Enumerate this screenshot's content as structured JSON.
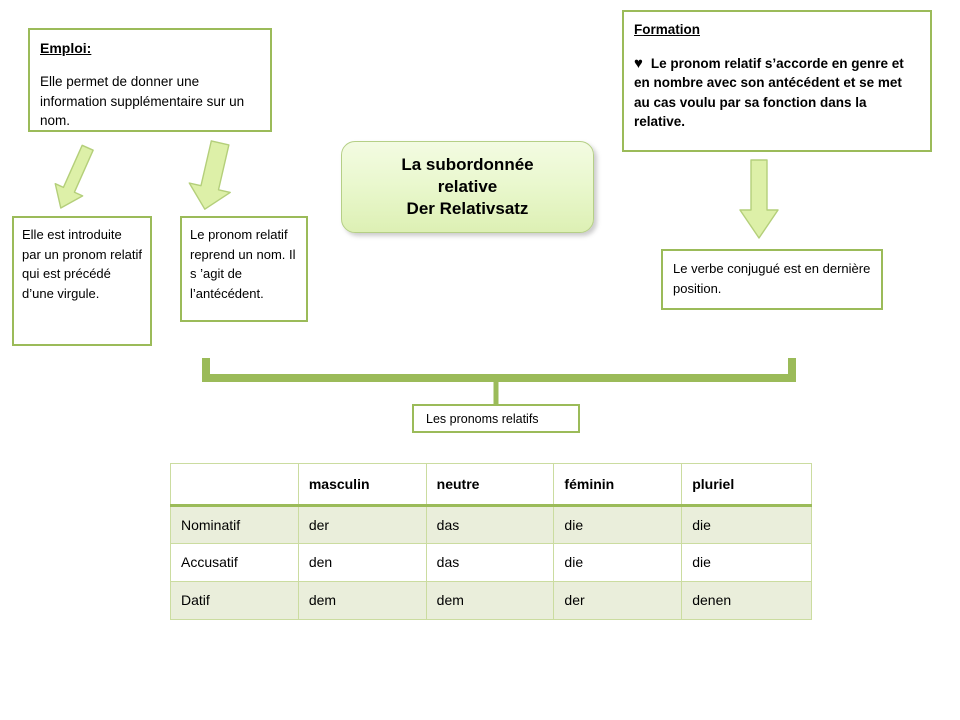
{
  "colors": {
    "border_green": "#9bbb59",
    "table_grid": "#cbdca0",
    "table_row_shade": "#eaeedb",
    "central_fill_top": "#f3fbe2",
    "central_fill_bottom": "#ddf0b4",
    "arrow_fill": "#ddf0a8",
    "arrow_stroke": "#b4cf7a",
    "text": "#000000"
  },
  "emploi": {
    "title": "Emploi:",
    "body": "Elle permet de donner  une information supplémentaire sur un nom."
  },
  "formation": {
    "title": "Formation",
    "bullet": "♥",
    "body": "Le pronom relatif s’accorde en genre et en nombre avec son antécédent et se met au cas voulu par sa fonction dans la relative."
  },
  "central": {
    "title": "La subordonnée\nrelative\nDer Relativsatz"
  },
  "notes": {
    "intro": "Elle est introduite par un pronom relatif qui est précédé d’une virgule.",
    "pronom": "Le pronom relatif reprend un nom. Il s ’agit de l’antécédent.",
    "verbe": "Le verbe conjugué est en dernière position."
  },
  "bracket_label": {
    "text": "Les pronoms relatifs"
  },
  "table": {
    "headers": [
      "",
      "masculin",
      "neutre",
      "féminin",
      "pluriel"
    ],
    "rows": [
      {
        "label": "Nominatif",
        "cells": [
          "der",
          "das",
          "die",
          "die"
        ],
        "shaded": true
      },
      {
        "label": "Accusatif",
        "cells": [
          "den",
          "das",
          "die",
          "die"
        ],
        "shaded": false
      },
      {
        "label": "Datif",
        "cells": [
          "dem",
          "dem",
          "der",
          "denen"
        ],
        "shaded": true
      }
    ]
  }
}
